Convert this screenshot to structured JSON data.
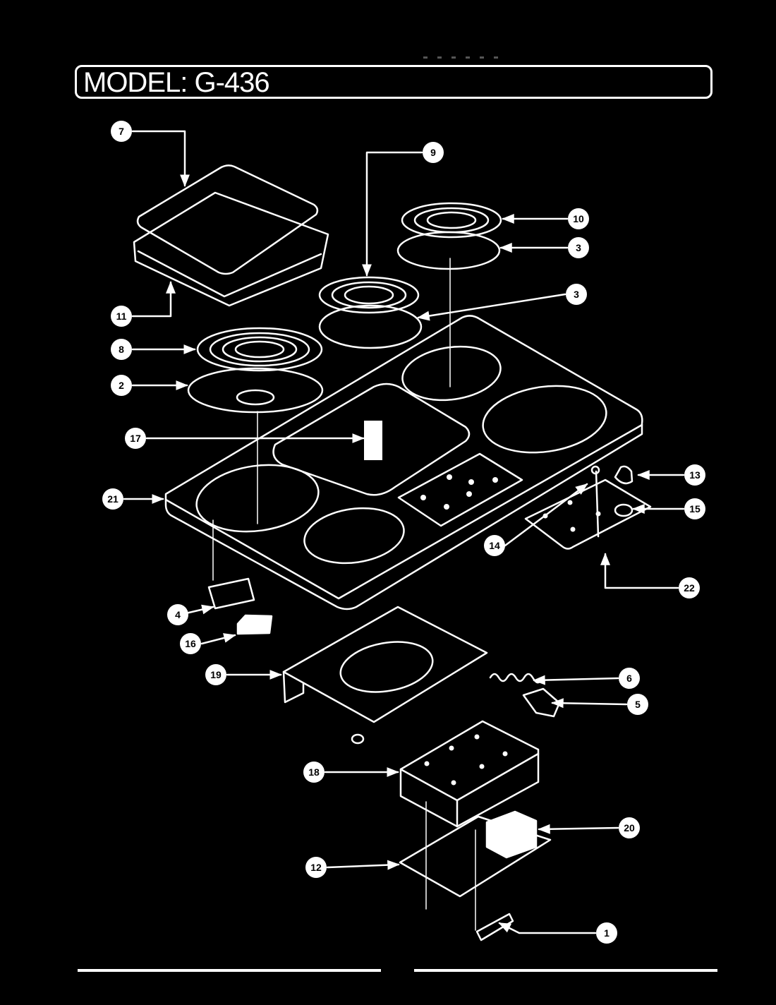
{
  "title": "MODEL: G-436",
  "callouts": [
    "7",
    "9",
    "10",
    "3",
    "3",
    "11",
    "8",
    "2",
    "17",
    "21",
    "13",
    "15",
    "14",
    "22",
    "4",
    "16",
    "19",
    "6",
    "5",
    "18",
    "20",
    "12",
    "1"
  ],
  "colors": {
    "background": "#000000",
    "line": "#ffffff"
  }
}
